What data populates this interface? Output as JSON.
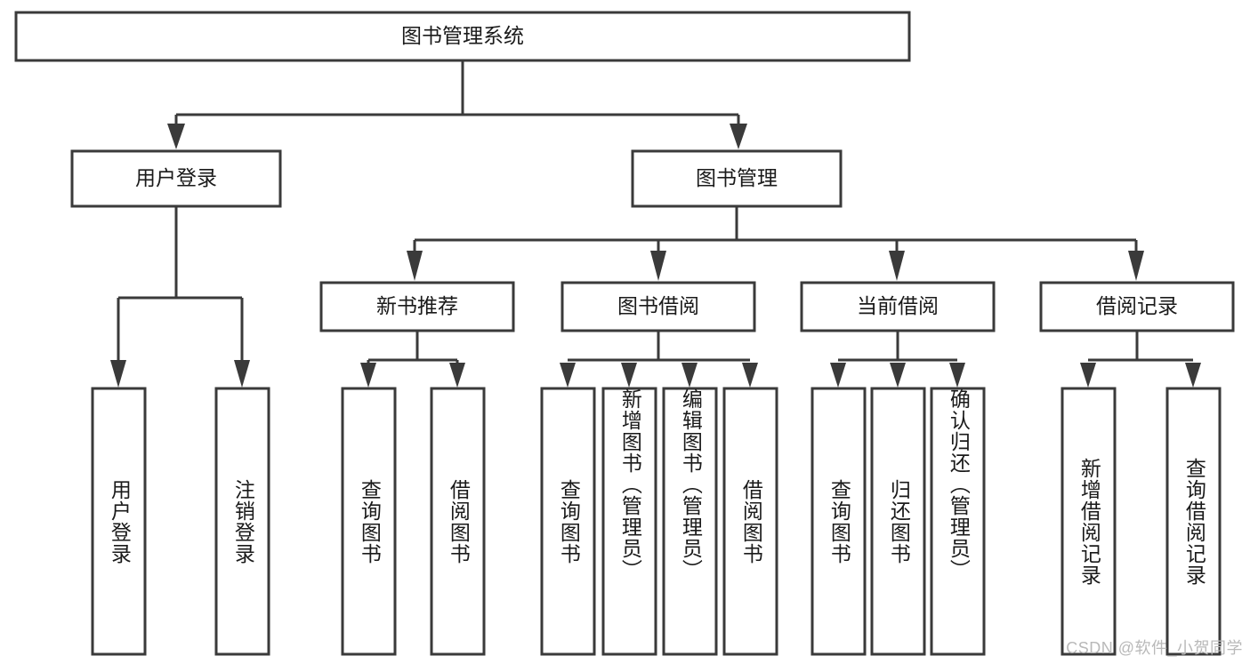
{
  "diagram": {
    "type": "tree-hierarchy-chart",
    "title": "图书管理系统",
    "stroke_color": "#3a3a3a",
    "fill_color": "#ffffff",
    "text_color": "#1a1a1a",
    "root": {
      "label": "图书管理系统"
    },
    "level2": [
      {
        "label": "用户登录"
      },
      {
        "label": "图书管理"
      }
    ],
    "level3": [
      {
        "label": "新书推荐"
      },
      {
        "label": "图书借阅"
      },
      {
        "label": "当前借阅"
      },
      {
        "label": "借阅记录"
      }
    ],
    "leaves": {
      "user_login": [
        {
          "label": "用户登录"
        },
        {
          "label": "注销登录"
        }
      ],
      "new_book_recommend": [
        {
          "label": "查询图书"
        },
        {
          "label": "借阅图书"
        }
      ],
      "book_borrow": [
        {
          "label": "查询图书"
        },
        {
          "label": "新增图书（管理员）"
        },
        {
          "label": "编辑图书（管理员）"
        },
        {
          "label": "借阅图书"
        }
      ],
      "current_borrow": [
        {
          "label": "查询图书"
        },
        {
          "label": "归还图书"
        },
        {
          "label": "确认归还（管理员）"
        }
      ],
      "borrow_record": [
        {
          "label": "新增借阅记录"
        },
        {
          "label": "查询借阅记录"
        }
      ]
    }
  },
  "watermark": {
    "text": "CSDN @软件_小贺同学"
  }
}
